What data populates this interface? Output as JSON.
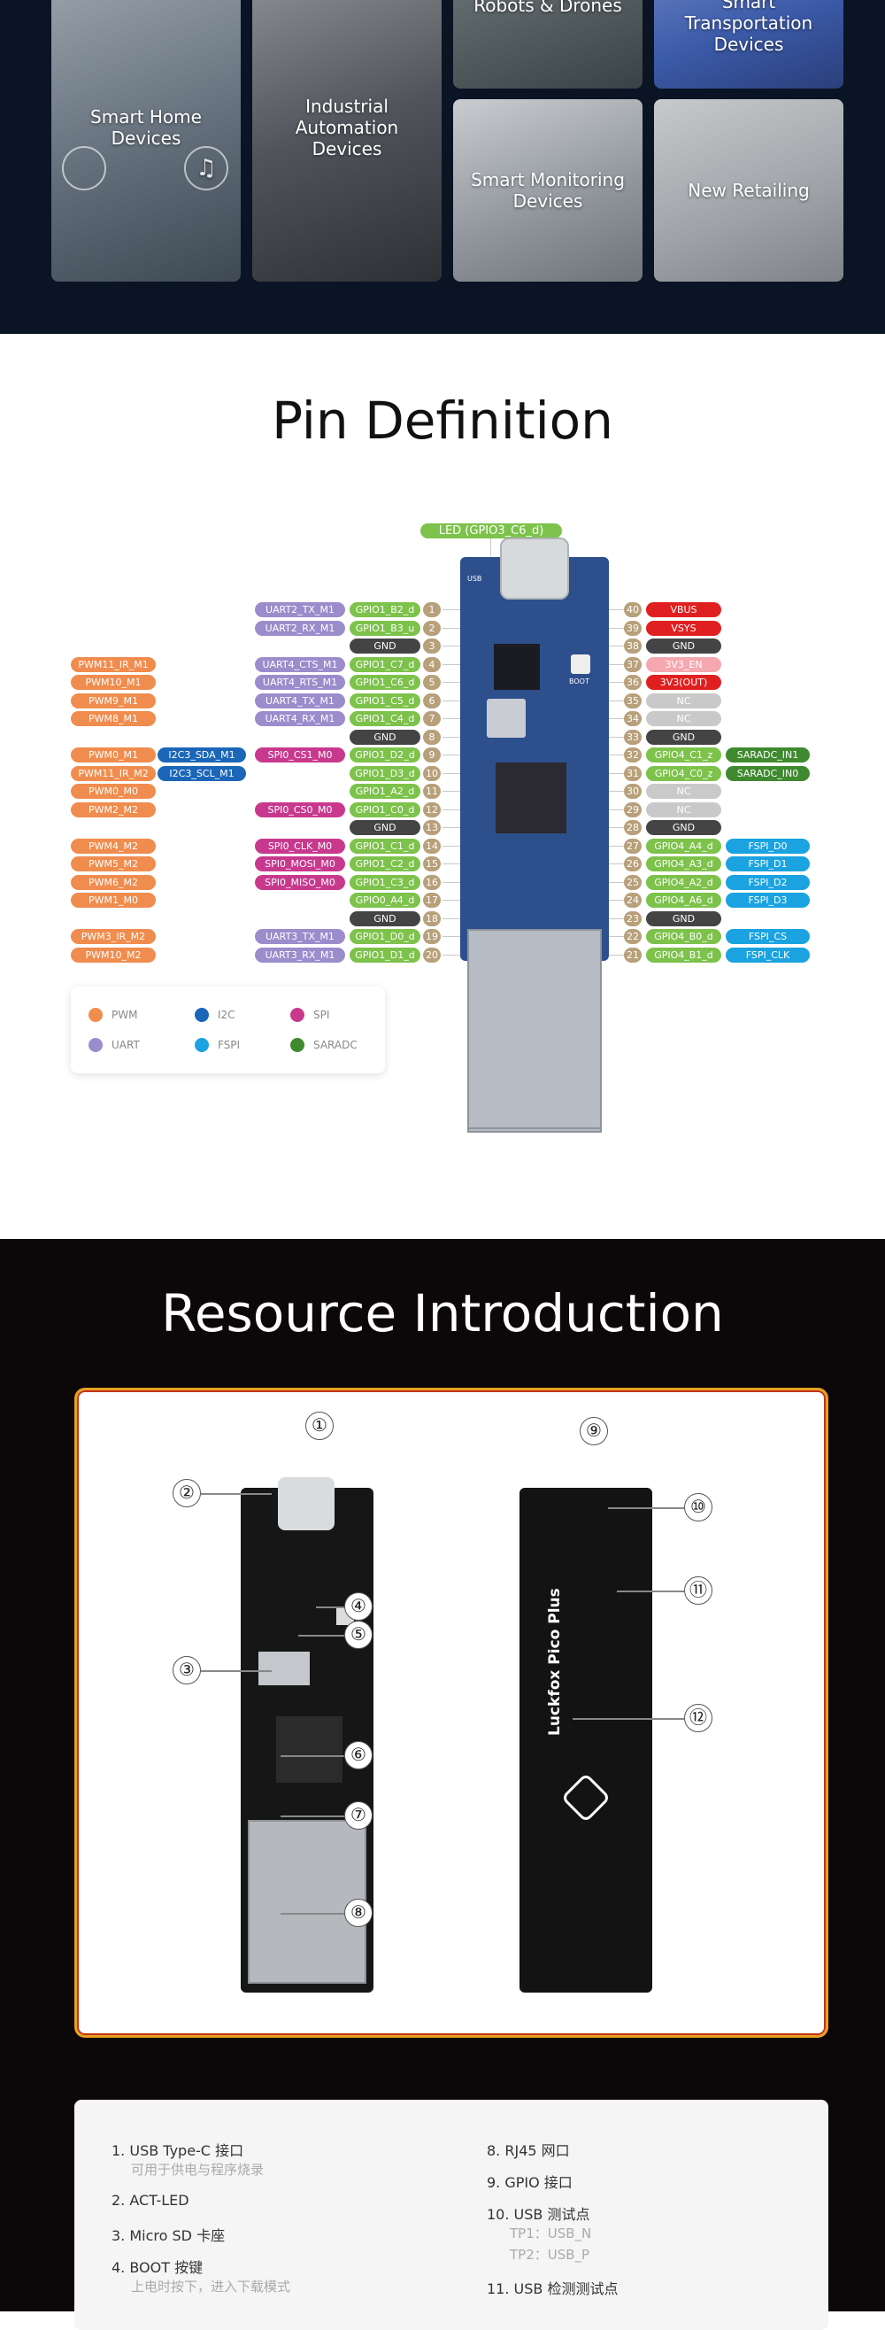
{
  "app_tiles": [
    {
      "label": "Smart Home Devices"
    },
    {
      "label": "Industrial Automation Devices"
    },
    {
      "label": "Robots & Drones"
    },
    {
      "label": "Smart Transportation Devices"
    },
    {
      "label": "Smart Monitoring Devices"
    },
    {
      "label": "New Retailing"
    }
  ],
  "pin_section": {
    "title": "Pin Definition",
    "led_label": "LED (GPIO3_C6_d)",
    "boot_label": "BOOT",
    "usb_label": "USB",
    "left_pins": [
      {
        "num": "1",
        "gpio": "GPIO1_B2_d",
        "alt": [
          {
            "t": "UART2_TX_M1",
            "c": "uart"
          }
        ]
      },
      {
        "num": "2",
        "gpio": "GPIO1_B3_u",
        "alt": [
          {
            "t": "UART2_RX_M1",
            "c": "uart"
          }
        ]
      },
      {
        "num": "3",
        "gpio": "GND",
        "alt": []
      },
      {
        "num": "4",
        "gpio": "GPIO1_C7_d",
        "alt": [
          {
            "t": "UART4_CTS_M1",
            "c": "uart"
          },
          {
            "t": "PWM11_IR_M1",
            "c": "pwm"
          }
        ]
      },
      {
        "num": "5",
        "gpio": "GPIO1_C6_d",
        "alt": [
          {
            "t": "UART4_RTS_M1",
            "c": "uart"
          },
          {
            "t": "PWM10_M1",
            "c": "pwm"
          }
        ]
      },
      {
        "num": "6",
        "gpio": "GPIO1_C5_d",
        "alt": [
          {
            "t": "UART4_TX_M1",
            "c": "uart"
          },
          {
            "t": "PWM9_M1",
            "c": "pwm"
          }
        ]
      },
      {
        "num": "7",
        "gpio": "GPIO1_C4_d",
        "alt": [
          {
            "t": "UART4_RX_M1",
            "c": "uart"
          },
          {
            "t": "PWM8_M1",
            "c": "pwm"
          }
        ]
      },
      {
        "num": "8",
        "gpio": "GND",
        "alt": []
      },
      {
        "num": "9",
        "gpio": "GPIO1_D2_d",
        "alt": [
          {
            "t": "SPI0_CS1_M0",
            "c": "spi"
          },
          {
            "t": "I2C3_SDA_M1",
            "c": "i2c"
          },
          {
            "t": "PWM0_M1",
            "c": "pwm"
          }
        ]
      },
      {
        "num": "10",
        "gpio": "GPIO1_D3_d",
        "alt": [
          {
            "t": "I2C3_SCL_M1",
            "c": "i2c"
          },
          {
            "t": "PWM11_IR_M2",
            "c": "pwm"
          }
        ]
      },
      {
        "num": "11",
        "gpio": "GPIO1_A2_d",
        "alt": [
          {
            "t": "PWM0_M0",
            "c": "pwm"
          }
        ]
      },
      {
        "num": "12",
        "gpio": "GPIO1_C0_d",
        "alt": [
          {
            "t": "SPI0_CS0_M0",
            "c": "spi"
          },
          {
            "t": "PWM2_M2",
            "c": "pwm"
          }
        ]
      },
      {
        "num": "13",
        "gpio": "GND",
        "alt": []
      },
      {
        "num": "14",
        "gpio": "GPIO1_C1_d",
        "alt": [
          {
            "t": "SPI0_CLK_M0",
            "c": "spi"
          },
          {
            "t": "PWM4_M2",
            "c": "pwm"
          }
        ]
      },
      {
        "num": "15",
        "gpio": "GPIO1_C2_d",
        "alt": [
          {
            "t": "SPI0_MOSI_M0",
            "c": "spi"
          },
          {
            "t": "PWM5_M2",
            "c": "pwm"
          }
        ]
      },
      {
        "num": "16",
        "gpio": "GPIO1_C3_d",
        "alt": [
          {
            "t": "SPI0_MISO_M0",
            "c": "spi"
          },
          {
            "t": "PWM6_M2",
            "c": "pwm"
          }
        ]
      },
      {
        "num": "17",
        "gpio": "GPIO0_A4_d",
        "alt": [
          {
            "t": "PWM1_M0",
            "c": "pwm"
          }
        ]
      },
      {
        "num": "18",
        "gpio": "GND",
        "alt": []
      },
      {
        "num": "19",
        "gpio": "GPIO1_D0_d",
        "alt": [
          {
            "t": "UART3_TX_M1",
            "c": "uart"
          },
          {
            "t": "PWM3_IR_M2",
            "c": "pwm"
          }
        ]
      },
      {
        "num": "20",
        "gpio": "GPIO1_D1_d",
        "alt": [
          {
            "t": "UART3_RX_M1",
            "c": "uart"
          },
          {
            "t": "PWM10_M2",
            "c": "pwm"
          }
        ]
      }
    ],
    "right_pins": [
      {
        "num": "40",
        "gpio": "VBUS",
        "c": "red",
        "alt": []
      },
      {
        "num": "39",
        "gpio": "VSYS",
        "c": "red",
        "alt": []
      },
      {
        "num": "38",
        "gpio": "GND",
        "c": "gnd",
        "alt": []
      },
      {
        "num": "37",
        "gpio": "3V3_EN",
        "c": "pink",
        "alt": []
      },
      {
        "num": "36",
        "gpio": "3V3(OUT)",
        "c": "red",
        "alt": []
      },
      {
        "num": "35",
        "gpio": "NC",
        "c": "nc",
        "alt": []
      },
      {
        "num": "34",
        "gpio": "NC",
        "c": "nc",
        "alt": []
      },
      {
        "num": "33",
        "gpio": "GND",
        "c": "gnd",
        "alt": []
      },
      {
        "num": "32",
        "gpio": "GPIO4_C1_z",
        "c": "gpio",
        "alt": [
          {
            "t": "SARADC_IN1",
            "c": "saradc"
          }
        ]
      },
      {
        "num": "31",
        "gpio": "GPIO4_C0_z",
        "c": "gpio",
        "alt": [
          {
            "t": "SARADC_IN0",
            "c": "saradc"
          }
        ]
      },
      {
        "num": "30",
        "gpio": "NC",
        "c": "nc",
        "alt": []
      },
      {
        "num": "29",
        "gpio": "NC",
        "c": "nc",
        "alt": []
      },
      {
        "num": "28",
        "gpio": "GND",
        "c": "gnd",
        "alt": []
      },
      {
        "num": "27",
        "gpio": "GPIO4_A4_d",
        "c": "gpio",
        "alt": [
          {
            "t": "FSPI_D0",
            "c": "fspi"
          }
        ]
      },
      {
        "num": "26",
        "gpio": "GPIO4_A3_d",
        "c": "gpio",
        "alt": [
          {
            "t": "FSPI_D1",
            "c": "fspi"
          }
        ]
      },
      {
        "num": "25",
        "gpio": "GPIO4_A2_d",
        "c": "gpio",
        "alt": [
          {
            "t": "FSPI_D2",
            "c": "fspi"
          }
        ]
      },
      {
        "num": "24",
        "gpio": "GPIO4_A6_d",
        "c": "gpio",
        "alt": [
          {
            "t": "FSPI_D3",
            "c": "fspi"
          }
        ]
      },
      {
        "num": "23",
        "gpio": "GND",
        "c": "gnd",
        "alt": []
      },
      {
        "num": "22",
        "gpio": "GPIO4_B0_d",
        "c": "gpio",
        "alt": [
          {
            "t": "FSPI_CS",
            "c": "fspi"
          }
        ]
      },
      {
        "num": "21",
        "gpio": "GPIO4_B1_d",
        "c": "gpio",
        "alt": [
          {
            "t": "FSPI_CLK",
            "c": "fspi"
          }
        ]
      }
    ],
    "legend": [
      {
        "label": "PWM",
        "c": "pwm"
      },
      {
        "label": "I2C",
        "c": "i2c"
      },
      {
        "label": "SPI",
        "c": "spi"
      },
      {
        "label": "UART",
        "c": "uart"
      },
      {
        "label": "FSPI",
        "c": "fspi"
      },
      {
        "label": "SARADC",
        "c": "saradc"
      }
    ],
    "colors": {
      "pwm": "#f08c4e",
      "i2c": "#1b66b8",
      "spi": "#c8398e",
      "uart": "#9b8ccc",
      "fspi": "#1aa3e0",
      "saradc": "#3f8a2e",
      "gpio": "#7dc24b",
      "gnd": "#444444",
      "red": "#e02020",
      "pink": "#f5a8b0",
      "nc": "#c9c9c9",
      "num": "#b7a07a"
    }
  },
  "resource_section": {
    "title": "Resource Introduction",
    "callouts": [
      "①",
      "②",
      "③",
      "④",
      "⑤",
      "⑥",
      "⑦",
      "⑧",
      "⑨",
      "⑩",
      "⑪",
      "⑫"
    ],
    "back_silk": "Luckfox Pico Plus",
    "list_left": [
      {
        "text": "1. USB Type-C 接口",
        "sub": "可用于供电与程序烧录"
      },
      {
        "text": "2. ACT-LED",
        "sub": ""
      },
      {
        "text": "3. Micro SD 卡座",
        "sub": ""
      },
      {
        "text": "4. BOOT 按键",
        "sub": "上电时按下，进入下载模式"
      }
    ],
    "list_right": [
      {
        "text": "8. RJ45 网口",
        "sub": ""
      },
      {
        "text": "9. GPIO 接口",
        "sub": ""
      },
      {
        "text": "10. USB 测试点",
        "sub": "TP1：USB_N",
        "sub2": "TP2：USB_P"
      },
      {
        "text": "11. USB 检测测试点",
        "sub": ""
      }
    ]
  }
}
